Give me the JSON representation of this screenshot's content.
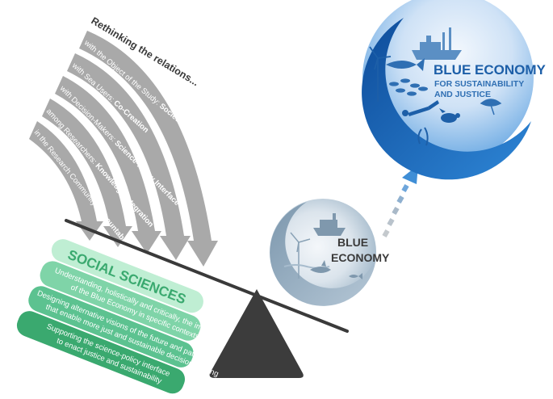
{
  "heading": "Rethinking the relations...",
  "relations": [
    {
      "prefix": "with the Object of the Study:",
      "emphasis": "Societal anchoring"
    },
    {
      "prefix": "with Sea Users:",
      "emphasis": "Co-Creation"
    },
    {
      "prefix": "with Decision-Makers:",
      "emphasis": "Science-Policy Interface"
    },
    {
      "prefix": "among Researchers:",
      "emphasis": "Knowledge Integration"
    },
    {
      "prefix": "in the Research Community:",
      "emphasis": "Accountability and Care"
    }
  ],
  "social_sciences": {
    "title": "SOCIAL SCIENCES",
    "bands": [
      {
        "line1": "Understanding, holistically and critically, the impacts",
        "line2": "of the Blue Economy in specific contexts"
      },
      {
        "line1": "Designing alternative visions of the future and pathways",
        "line2": "that enable more just and sustainable decision-making"
      },
      {
        "line1": "Supporting the science-policy interface",
        "line2": "to enact justice and sustainability"
      }
    ]
  },
  "blue_economy_small": {
    "line1": "BLUE",
    "line2": "ECONOMY"
  },
  "blue_economy_large": {
    "title": "BLUE ECONOMY",
    "line1": "FOR SUSTAINABILITY",
    "line2": "AND JUSTICE"
  },
  "colors": {
    "arrow_grey": "#a9a9a9",
    "green_light": "#7fd4a8",
    "green_mid": "#5cc290",
    "green_dark": "#3aa96f",
    "blue_dark": "#1d5fa8",
    "blue_mid": "#3f8ed6",
    "grey_blue": "#8ea9bf",
    "fulcrum": "#3c3c3c"
  }
}
